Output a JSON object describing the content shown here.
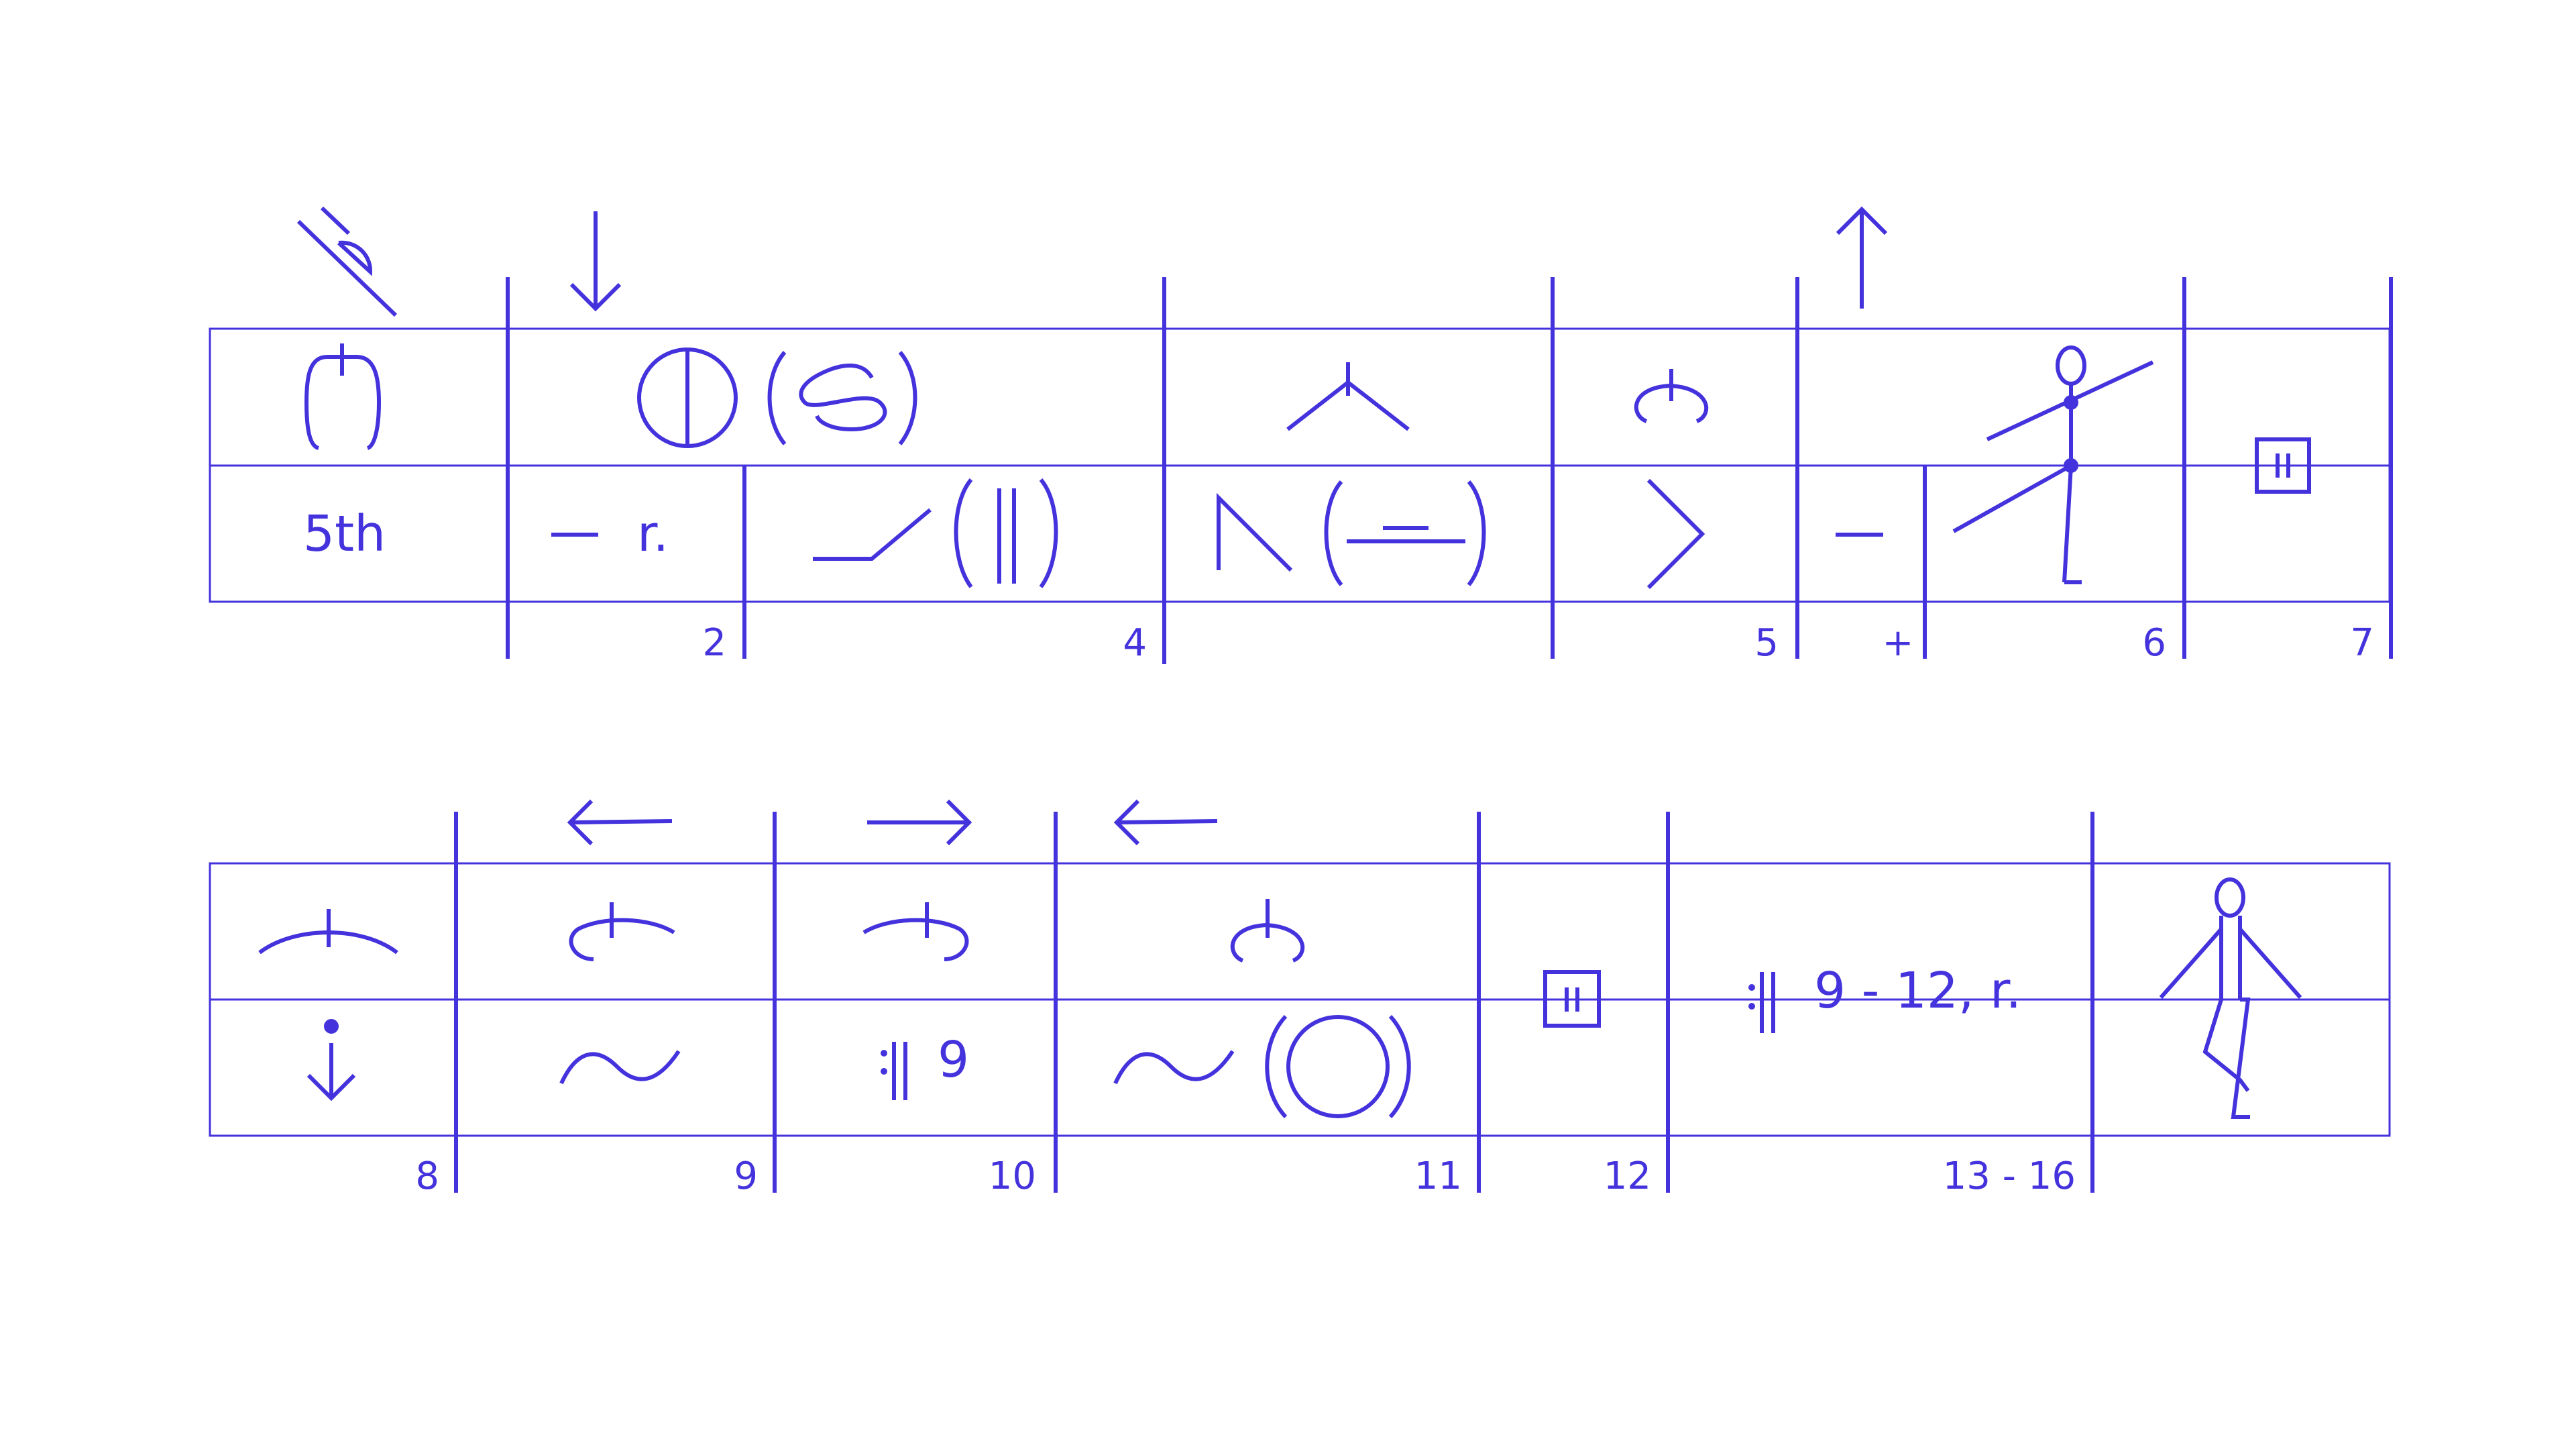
{
  "colors": {
    "ink": "#4433dd"
  },
  "row1": {
    "cells": {
      "fifth": "5th",
      "dash_r": "r."
    },
    "measures": {
      "m2": "2",
      "m4": "4",
      "m5": "5",
      "plus": "+",
      "m6": "6",
      "m7": "7"
    }
  },
  "row2": {
    "cells": {
      "repeat9": "9",
      "repeat_range": "9 - 12, r."
    },
    "measures": {
      "m8": "8",
      "m9": "9",
      "m10": "10",
      "m11": "11",
      "m12": "12",
      "m13_16": "13 - 16"
    }
  }
}
